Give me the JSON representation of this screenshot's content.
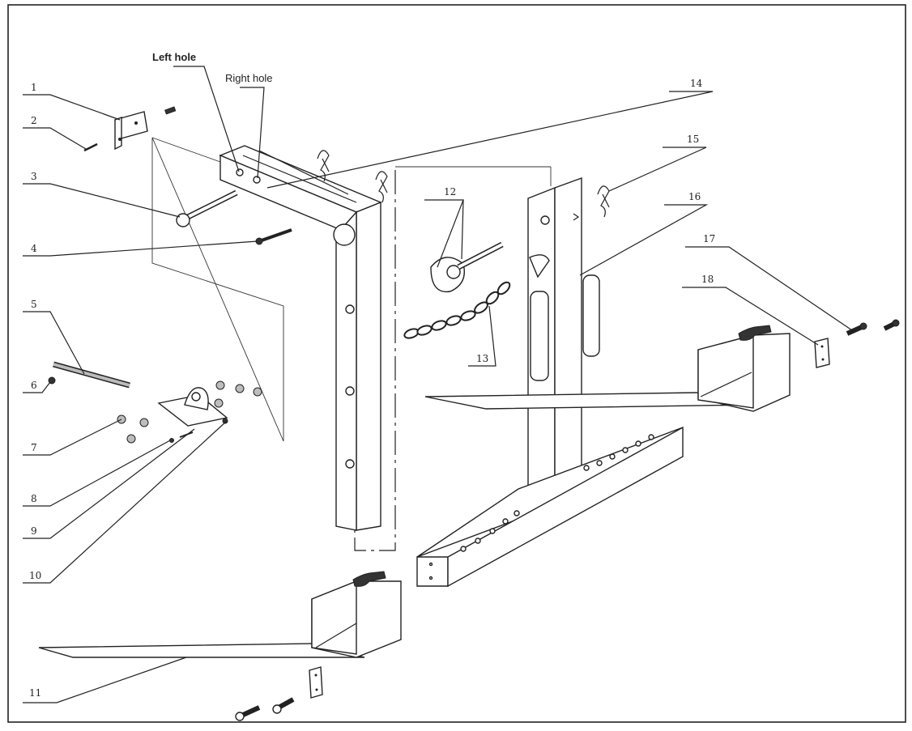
{
  "labels": {
    "left_hole": "Left hole",
    "right_hole": "Right hole"
  },
  "callouts": [
    "1",
    "2",
    "3",
    "4",
    "5",
    "6",
    "7",
    "8",
    "9",
    "10",
    "11",
    "12",
    "13",
    "14",
    "15",
    "16",
    "17",
    "18"
  ]
}
